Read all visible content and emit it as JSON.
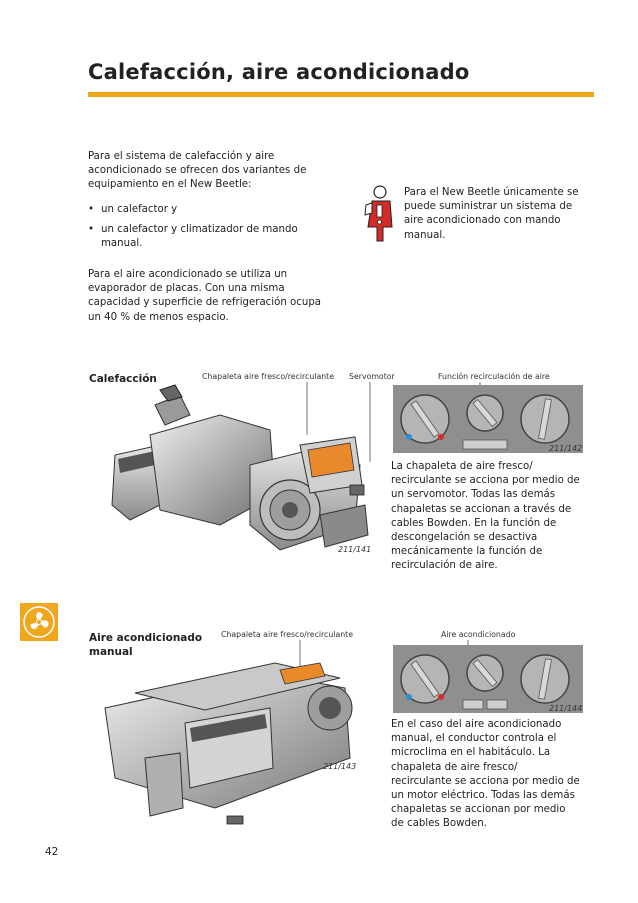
{
  "page": {
    "title": "Calefacción, aire acondicionado",
    "page_number": "42"
  },
  "intro": {
    "paragraph": "Para el sistema de calefacción y aire acondicionado se ofrecen dos variantes de equipamiento en el New Beetle:",
    "bullets": [
      "un calefactor y",
      "un calefactor y climatizador de mando manual."
    ],
    "ac_paragraph": "Para el aire acondicionado se utiliza un evaporador de placas. Con una misma capacidad y superficie de refrigeración ocupa un 40 % de menos espacio."
  },
  "note": {
    "text": "Para el New Beetle únicamente se puede suministrar un sistema de aire acondicionado con mando manual.",
    "icon": "warning-figure-icon"
  },
  "heating": {
    "label": "Calefacción",
    "callout_flap": "Chapaleta aire fresco/recirculante",
    "callout_servo": "Servomotor",
    "callout_recirc": "Función recirculación de aire",
    "fig_unit": "211/141",
    "fig_panel": "211/142",
    "description": "La chapaleta de aire fresco/ recirculante se acciona por medio de un servomotor. Todas las demás chapaletas se accionan a través de cables Bowden. En la función de descongelación se desactiva mecánicamente la función de recirculación de aire."
  },
  "ac": {
    "label": "Aire acondicionado manual",
    "callout_flap": "Chapaleta aire fresco/recirculante",
    "callout_ac": "Aire acondicionado",
    "fig_unit": "211/143",
    "fig_panel": "211/144",
    "description": "En el caso del aire acondicionado manual, el conductor controla el microclima en el habitáculo. La chapaleta de aire fresco/ recirculante se acciona por medio de un motor eléctrico. Todas las demás chapaletas se accionan por medio de cables Bowden."
  },
  "colors": {
    "accent": "#f0a71e",
    "panel_gray": "#8f8f8f",
    "hot": "#d62b2b",
    "cold": "#2a8fd6"
  }
}
